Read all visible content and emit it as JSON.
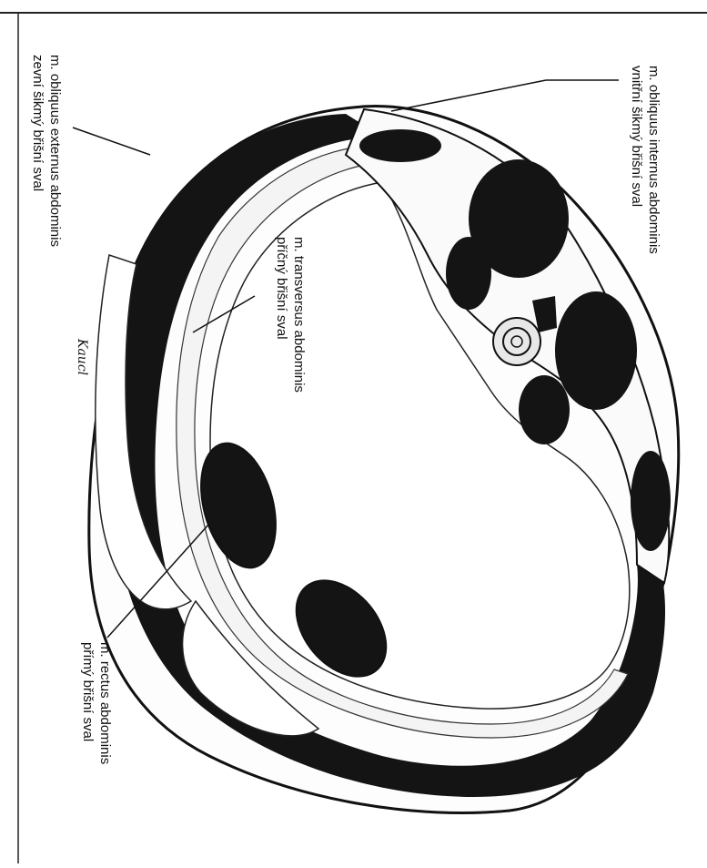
{
  "labels": {
    "obliquus_internus": {
      "latin": "m. obliquus internus abdominis",
      "czech": "vnitřní šikmý břišní sval"
    },
    "obliquus_externus": {
      "latin": "m. obliquus externus abdominis",
      "czech": "zevní šikmý břišní sval"
    },
    "transversus": {
      "latin": "m. transversus abdominis",
      "czech": "příčný břišní sval"
    },
    "rectus": {
      "latin": "m. rectus abdominis",
      "czech": "přímý břišní sval"
    }
  },
  "signature": "Kaucl",
  "colors": {
    "ink": "#111111",
    "paper": "#ffffff",
    "muscle": "#141414"
  }
}
